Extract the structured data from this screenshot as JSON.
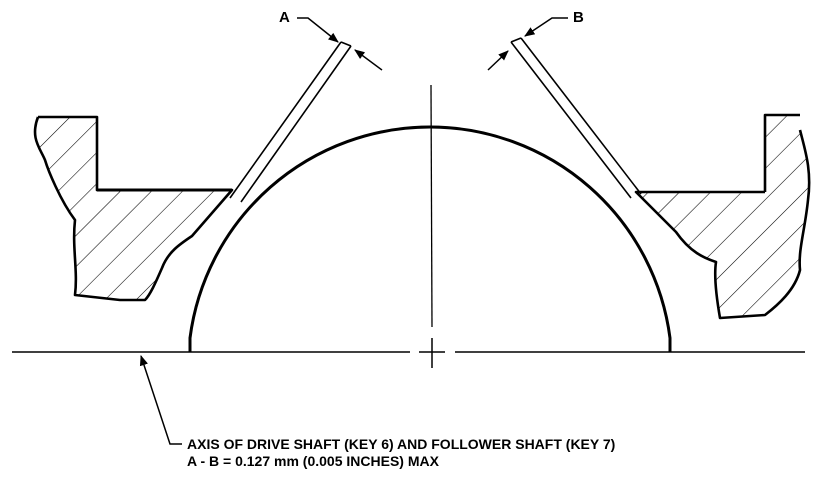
{
  "labels": {
    "gap_a": "A",
    "gap_b": "B",
    "axis_note": "AXIS OF DRIVE SHAFT (KEY 6) AND FOLLOWER SHAFT (KEY 7)",
    "tolerance_note": "A - B = 0.127 mm (0.005 INCHES) MAX"
  },
  "colors": {
    "ink": "#000000",
    "background": "#ffffff"
  }
}
